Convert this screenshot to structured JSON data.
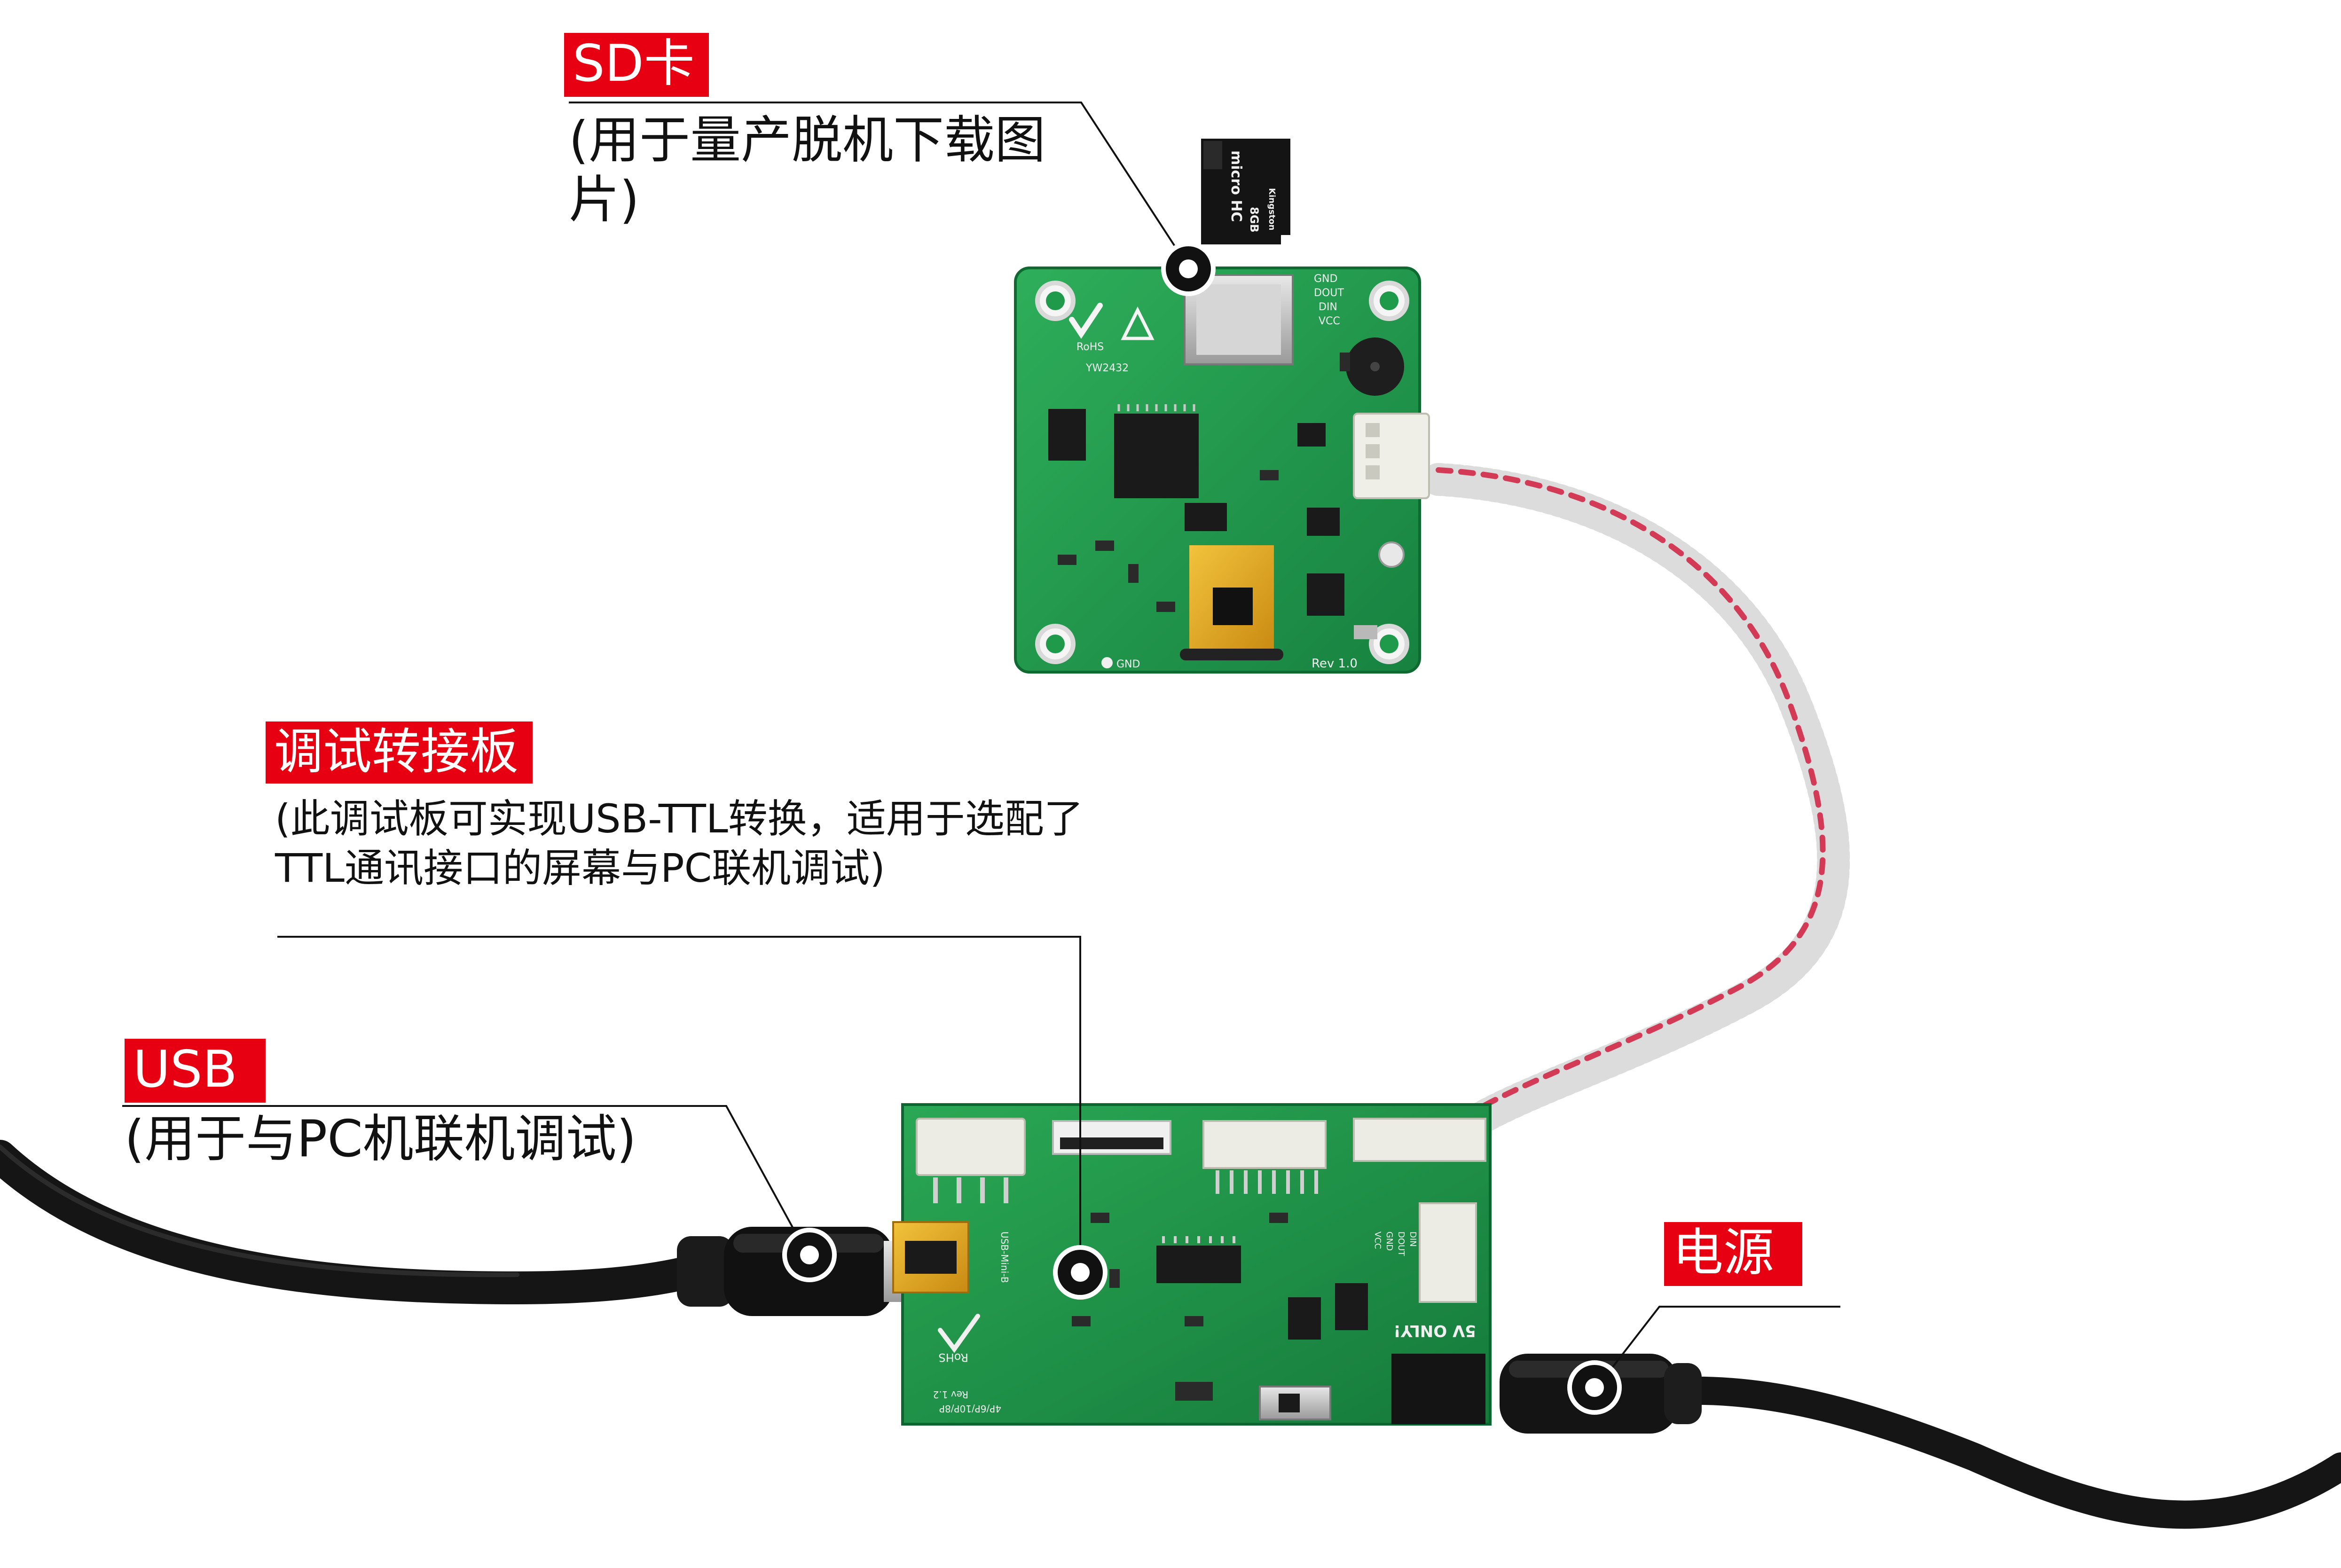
{
  "annotations": {
    "sd_card": {
      "title": "SD卡",
      "description": "(用于量产脱机下载图片)"
    },
    "debug_board": {
      "title": "调试转接板",
      "description": "(此调试板可实现USB-TTL转换，适用于选配了TTL通讯接口的屏幕与PC联机调试)"
    },
    "usb": {
      "title": "USB",
      "description": "(用于与PC机联机调试)"
    },
    "power": {
      "title": "电源"
    }
  },
  "display_board": {
    "silk_labels": [
      "GND",
      "DOUT",
      "DIN",
      "VCC",
      "RoHS",
      "YW2432",
      "Rev 1.0",
      "GND"
    ]
  },
  "sd_card_print": {
    "brand": "Kingston",
    "capacity": "8GB",
    "type": "micro HC"
  },
  "adapter_board": {
    "silk_labels": [
      "RoHS",
      "USB-Mini-B",
      "5V ONLY!",
      "GND",
      "DOUT",
      "DIN",
      "VCC",
      "Rev 1.2",
      "4P/6P/10P/8P"
    ]
  },
  "colors": {
    "tag_red": "#e60012",
    "pcb_green": "#1f9a4a",
    "cable": "#1a1a1a",
    "ribbon_stripe": "#d23a55"
  }
}
